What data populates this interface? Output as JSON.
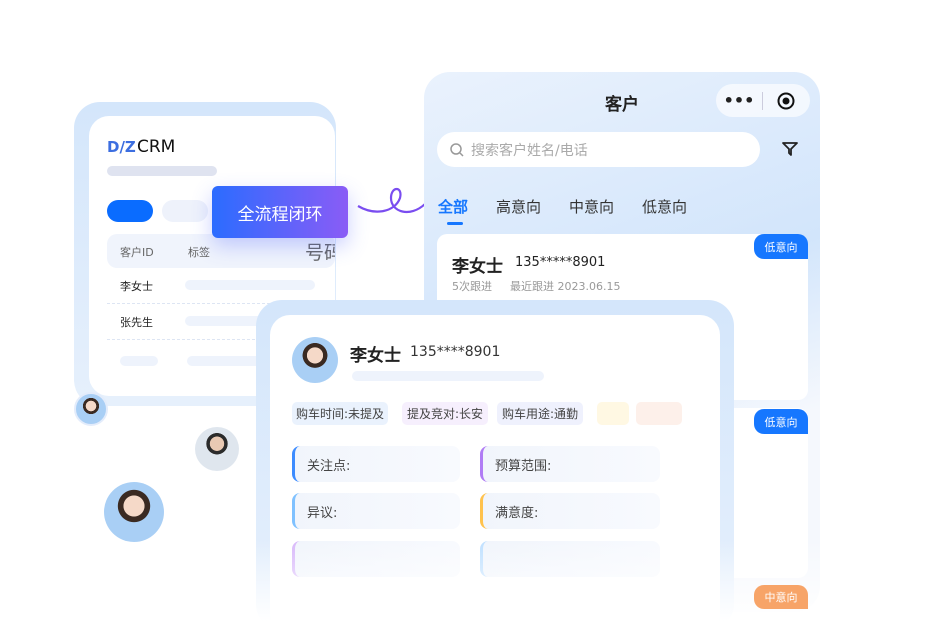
{
  "left_card": {
    "logo": "D/Z",
    "brand": "CRM",
    "col_id": "客户ID",
    "col_tag": "标签",
    "col_phone": "号码",
    "rows": [
      "李女士",
      "张先生"
    ]
  },
  "badge": "全流程闭环",
  "phone": {
    "title": "客户",
    "search_placeholder": "搜索客户姓名/电话",
    "tabs": [
      "全部",
      "高意向",
      "中意向",
      "低意向"
    ],
    "cards": [
      {
        "name": "李女士",
        "phone": "135*****8901",
        "followups": "5次跟进",
        "recent": "最近跟进 2023.06.15",
        "intent": "低意向"
      },
      {
        "intent": "低意向"
      },
      {
        "intent": "中意向"
      }
    ],
    "accent": "#1677ff"
  },
  "detail": {
    "name": "李女士",
    "phone": "135****8901",
    "tags": [
      "购车时间:未提及",
      "提及竞对:长安",
      "购车用途:通勤"
    ],
    "fields": [
      "关注点:",
      "预算范围:",
      "异议:",
      "满意度:"
    ]
  }
}
